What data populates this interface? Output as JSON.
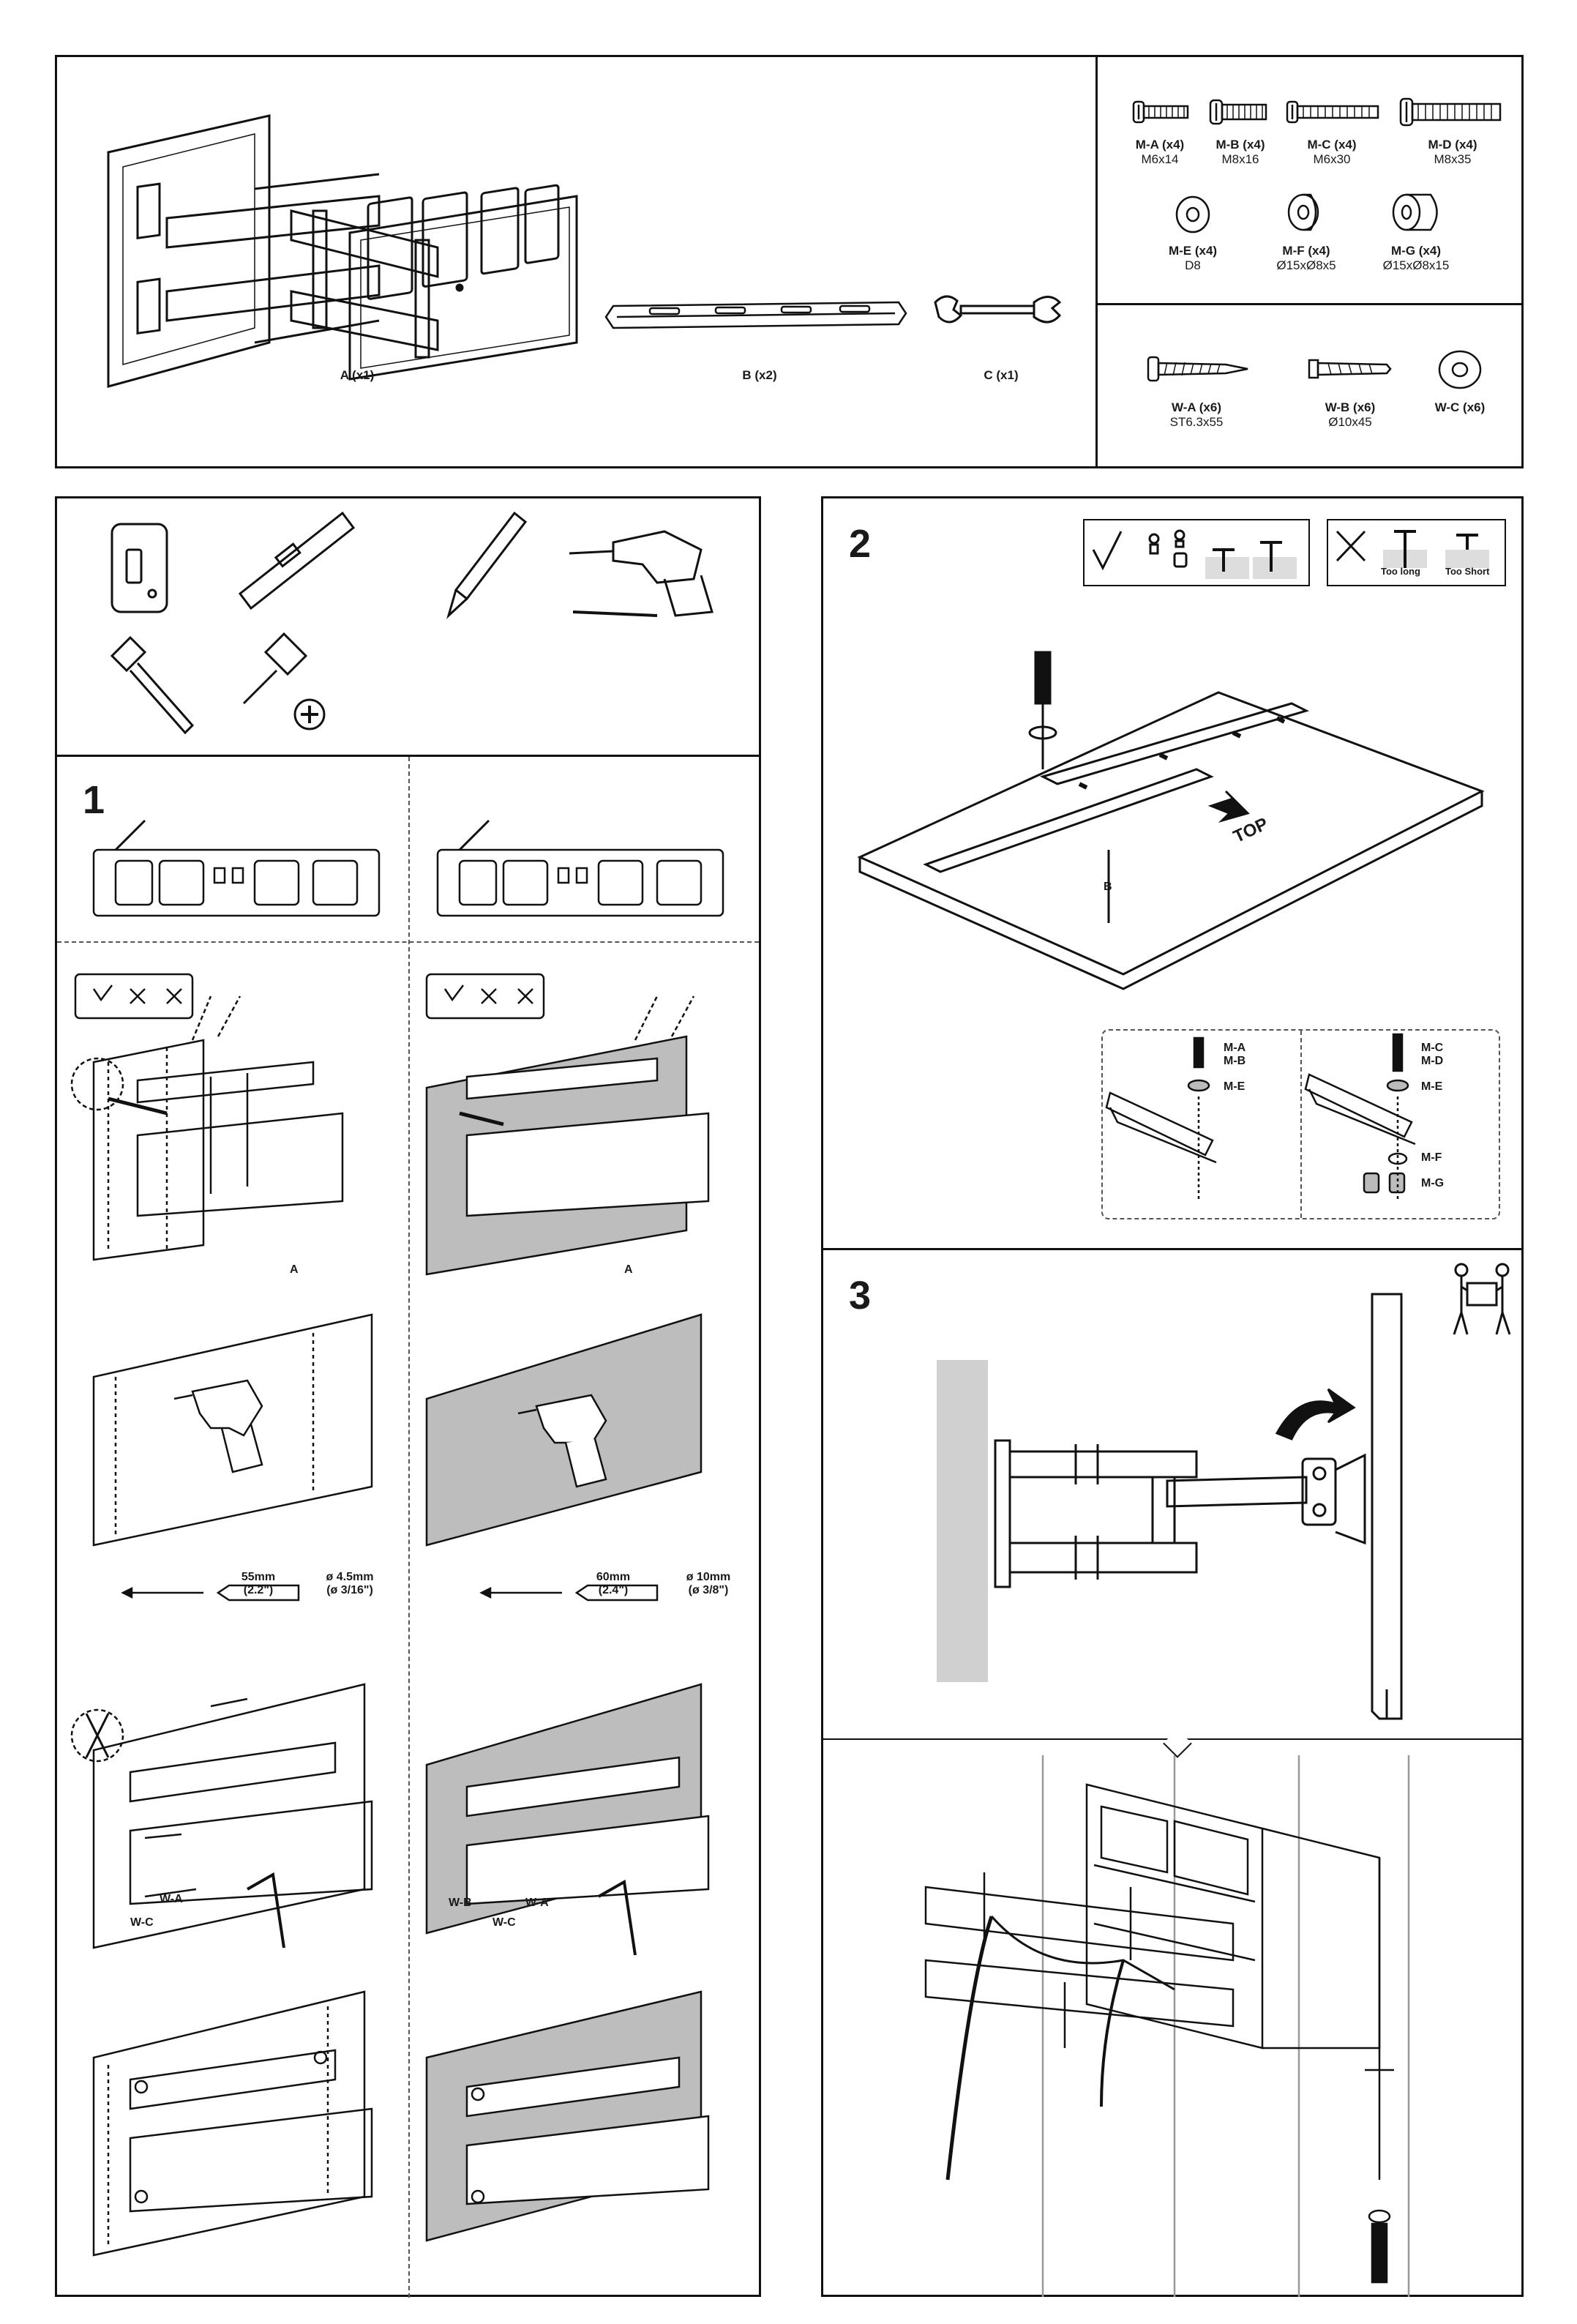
{
  "parts": {
    "bracket": {
      "label": "A (x1)"
    },
    "rail": {
      "label": "B (x2)"
    },
    "wrench": {
      "label": "C (x1)"
    },
    "hardware_m": [
      {
        "label": "M-A (x4)",
        "size": "M6x14"
      },
      {
        "label": "M-B (x4)",
        "size": "M8x16"
      },
      {
        "label": "M-C (x4)",
        "size": "M6x30"
      },
      {
        "label": "M-D (x4)",
        "size": "M8x35"
      },
      {
        "label": "M-E (x4)",
        "size": "D8"
      },
      {
        "label": "M-F (x4)",
        "size": "Ø15xØ8x5"
      },
      {
        "label": "M-G (x4)",
        "size": "Ø15xØ8x15"
      }
    ],
    "hardware_w": [
      {
        "label": "W-A (x6)",
        "size": "ST6.3x55"
      },
      {
        "label": "W-B (x6)",
        "size": "Ø10x45"
      },
      {
        "label": "W-C (x6)",
        "size": ""
      }
    ]
  },
  "step1": {
    "number": "1",
    "label_a": "A",
    "wood_drill_depth": "55mm",
    "wood_drill_depth_in": "(2.2\")",
    "wood_drill_dia": "ø 4.5mm",
    "wood_drill_dia_in": "(ø 3/16\")",
    "conc_drill_depth": "60mm",
    "conc_drill_depth_in": "(2.4\")",
    "conc_drill_dia": "ø 10mm",
    "conc_drill_dia_in": "(ø 3/8\")",
    "wc": "W-C",
    "wa": "W-A",
    "wb": "W-B"
  },
  "step2": {
    "number": "2",
    "too_long": "Too long",
    "too_short": "Too Short",
    "top": "TOP",
    "label_b": "B",
    "ma": "M-A",
    "mb": "M-B",
    "me": "M-E",
    "mc": "M-C",
    "md": "M-D",
    "me2": "M-E",
    "mf": "M-F",
    "mg": "M-G"
  },
  "step3": {
    "number": "3"
  }
}
